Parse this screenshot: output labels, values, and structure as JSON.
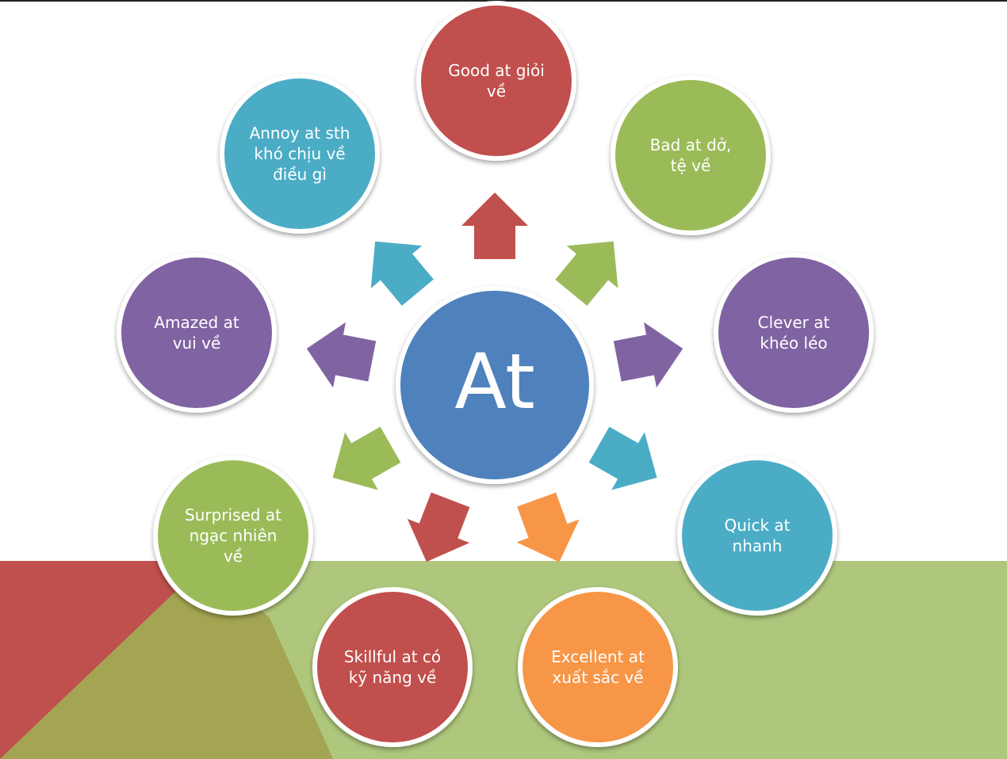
{
  "center": {
    "label": "At",
    "color": "#4f81bd"
  },
  "nodes": [
    {
      "id": "good-at",
      "label": "Good at giỏi\nvề",
      "color": "#c0504d"
    },
    {
      "id": "bad-at",
      "label": "Bad at dở,\ntệ về",
      "color": "#9bbb59"
    },
    {
      "id": "clever-at",
      "label": "Clever at\nkhéo léo",
      "color": "#8064a2"
    },
    {
      "id": "quick-at",
      "label": "Quick at\nnhanh",
      "color": "#4bacc6"
    },
    {
      "id": "excellent-at",
      "label": "Excellent at\nxuất sắc về",
      "color": "#f79646"
    },
    {
      "id": "skillful-at",
      "label": "Skillful at có\nkỹ năng về",
      "color": "#c0504d"
    },
    {
      "id": "surprised-at",
      "label": "Surprised at\nngạc nhiên\nvề",
      "color": "#9bbb59"
    },
    {
      "id": "amazed-at",
      "label": "Amazed at\nvui về",
      "color": "#8064a2"
    },
    {
      "id": "annoy-at",
      "label": "Annoy at sth\nkhó chịu về\nđiều gì",
      "color": "#4bacc6"
    }
  ],
  "background": {
    "green": "#aec77c",
    "red": "#c0504d",
    "olive": "#a3a552"
  }
}
